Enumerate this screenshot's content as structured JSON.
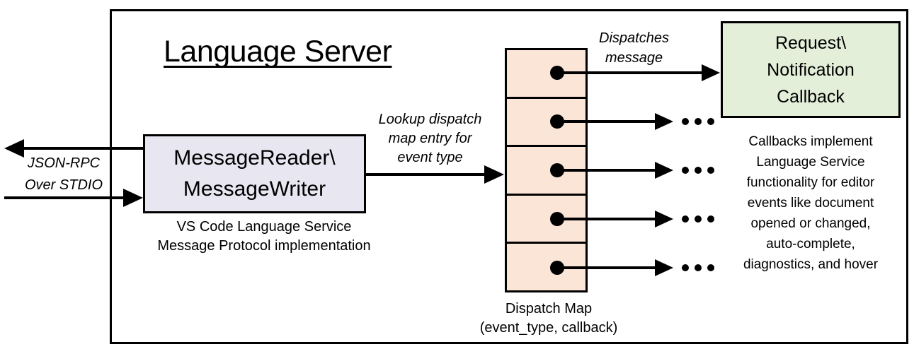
{
  "title": "Language Server",
  "stdio_label": {
    "line1": "JSON-RPC",
    "line2": "Over STDIO"
  },
  "message_reader": {
    "line1": "MessageReader\\",
    "line2": "MessageWriter",
    "caption1": "VS Code Language Service",
    "caption2": "Message Protocol implementation"
  },
  "lookup_label": {
    "line1": "Lookup dispatch",
    "line2": "map entry for",
    "line3": "event type"
  },
  "dispatches_label": {
    "line1": "Dispatches",
    "line2": "message"
  },
  "dispatch_map": {
    "caption1": "Dispatch Map",
    "caption2": "(event_type, callback)",
    "row_count": 5
  },
  "callback_box": {
    "line1": "Request\\",
    "line2": "Notification",
    "line3": "Callback"
  },
  "callbacks_note": {
    "line1": "Callbacks implement",
    "line2": "Language Service",
    "line3": "functionality for editor",
    "line4": "events like document",
    "line5": "opened or changed,",
    "line6": "auto-complete,",
    "line7": "diagnostics, and hover"
  },
  "icons": {
    "ellipsis": "…",
    "dispatch_entry_dot": "●",
    "arrowhead": "▶"
  },
  "colors": {
    "reader_fill": "#E8E6F0",
    "dispatch_map_fill": "#FBE5D6",
    "callback_fill": "#E4EFDA",
    "stroke": "#000000",
    "background": "#FFFFFF"
  }
}
